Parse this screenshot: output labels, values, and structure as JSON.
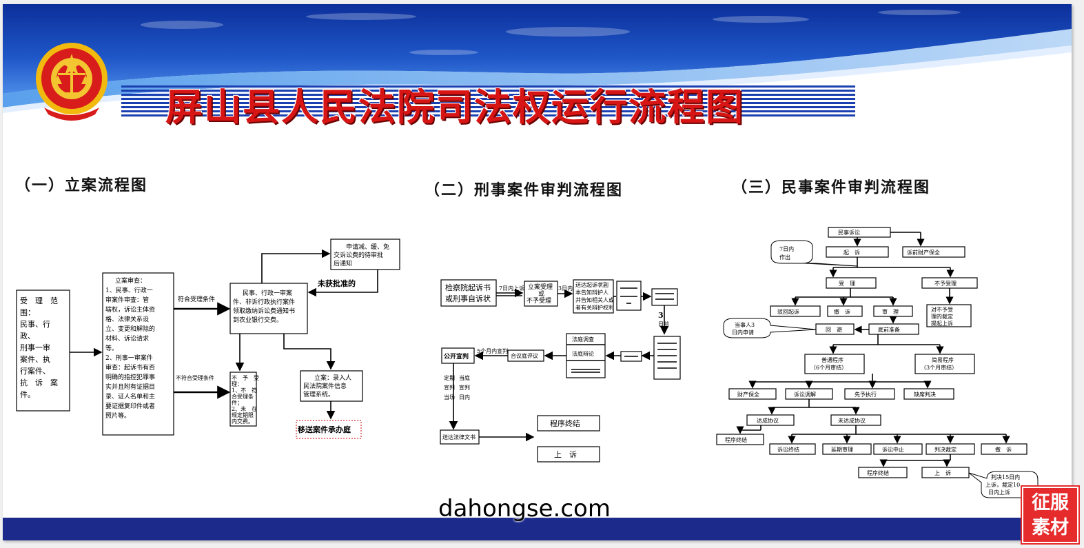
{
  "title": "屏山县人民法院司法权运行流程图",
  "sections": {
    "s1": "（一）立案流程图",
    "s2": "（二）刑事案件审判流程图",
    "s3": "（三）民事案件审判流程图"
  },
  "filing": {
    "scope": [
      "受　理　范",
      "围：",
      "民事、行",
      "政、",
      "刑事一审",
      "案件、执",
      "行案件、",
      "抗　诉　案",
      "件。"
    ],
    "review": [
      "立案审查：",
      "1、民事、行政一",
      "审案件审查：管",
      "辖权，诉讼主体资",
      "格、法律关系设",
      "立、变更和解除的",
      "材料、诉讼请求",
      "等。",
      "2、刑事一审案件",
      "审查：起诉书有否",
      "明确的指控犯罪事",
      "实并且附有证据目",
      "录、证人名单和主",
      "要证据复印件或者",
      "照片等。"
    ],
    "accept_cond": "符合受理条件",
    "reject_cond": "不符合受理条件",
    "fee_notice": [
      "民事、行政一审案",
      "件、非诉行政执行案件",
      "领取缴纳诉讼费通知书",
      "到农业银行交费。"
    ],
    "apply_relief": [
      "申请减、缓、免",
      "交诉讼费的待审批",
      "后通知"
    ],
    "not_approved": "未获批准的",
    "not_accept": [
      "不　予　受",
      "理：",
      "1、不　符",
      "合受理条",
      "件；",
      "2、未　在",
      "规定期限",
      "内交费。"
    ],
    "filed": [
      "立案：录入人",
      "民法院案件信息",
      "管理系统。"
    ],
    "transfer": "移送案件承办庭"
  },
  "criminal": {
    "prosecution": [
      "检察院起诉书",
      "或刑事自诉状"
    ],
    "within7": "7日内上诉或",
    "decide": [
      "立案受理",
      "或",
      "不予受理"
    ],
    "within3": "3日内",
    "notice_lines": [
      "送达起诉状副",
      "本告知辩护人",
      "并告知相关人或",
      "者有关辩护权利"
    ],
    "days3": "3",
    "days_label": "日前",
    "hearing_items": [
      "法庭调查",
      "法庭辩论"
    ],
    "deliberation": "合议庭评议",
    "public_verdict": "公开宣判",
    "within5": "5个月内宣判",
    "pronounce": [
      "定期",
      "宣判",
      "当场",
      "当庭",
      "宣判",
      "日内"
    ],
    "serve": "送达法律文书",
    "end": "程序终结",
    "appeal": "上　诉"
  },
  "civil": {
    "dispute": "民事诉讼",
    "sue": "起　诉",
    "pre_preserve": "诉前财产保全",
    "note7": [
      "7日内",
      "作出"
    ],
    "accept": "受　理",
    "reject": "不予受理",
    "dismiss": "驳回起诉",
    "withdraw": "撤　诉",
    "trial": "审　理",
    "appeal_reject": [
      "对不予受",
      "理的裁定",
      "提起上诉"
    ],
    "note_party": [
      "当事人3",
      "日内申请"
    ],
    "recusal": "回　避",
    "prep": "庭前准备",
    "ordinary": [
      "普通程序",
      "（6个月审结）"
    ],
    "simple": [
      "简易程序",
      "（3个月审结）"
    ],
    "preserve": "财产保全",
    "mediation": "诉讼调解",
    "execute_first": "先予执行",
    "default": "缺席判决",
    "agreed": "达成协议",
    "not_agreed": "未达成协议",
    "proc_end": "程序终结",
    "lit_end": "诉讼终结",
    "extend": "延期审理",
    "suspend": "诉讼中止",
    "judgment": "判决裁定",
    "withdraw2": "撤　诉",
    "proc_end2": "程序终结",
    "appeal": "上　诉",
    "note_judge": [
      "判决15日内",
      "上诉，裁定10",
      "日内上诉"
    ]
  },
  "watermark": "dahongse.com",
  "stamp": [
    "征服",
    "素材"
  ],
  "colors": {
    "title_red": "#d81515",
    "bar_blue": "#1c2a8c",
    "sky_blue": "#1f57c8"
  }
}
